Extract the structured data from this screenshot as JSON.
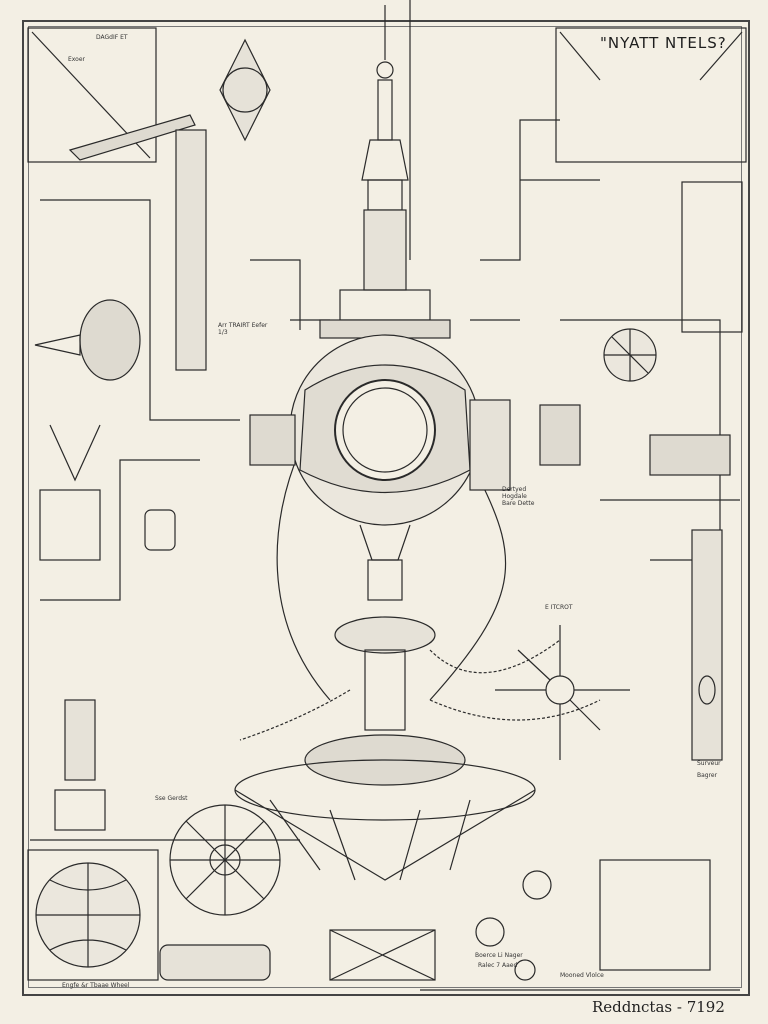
{
  "diagram": {
    "title": "\"NYATT NTELS?",
    "signature": "Reddnctas - 7192",
    "labels": {
      "top_left_header": "DAGdIF ET",
      "top_left_sub": "Exoer",
      "bottom_left_caption": "Engfe &r Tbaae Wheel",
      "gear_caption": "Sse Gerdst",
      "right_mid_label": "E ITCROT",
      "left_mid_label": "Arr TRAIRT Eefer 1/3",
      "bottom_mid_label": "Boerce Li Nager",
      "bottom_mid_sub": "Ralec 7 Aaed",
      "valve_label": "Mooned Vlolce",
      "right_lower_label": "Surveur",
      "right_lower_sub": "Bagrer",
      "panel_right_label": "Dertyed Hogdale Bare Dette"
    },
    "colors": {
      "paper": "#f3efe4",
      "ink": "#2a2a2a",
      "shade": "#bdbdbd"
    }
  }
}
